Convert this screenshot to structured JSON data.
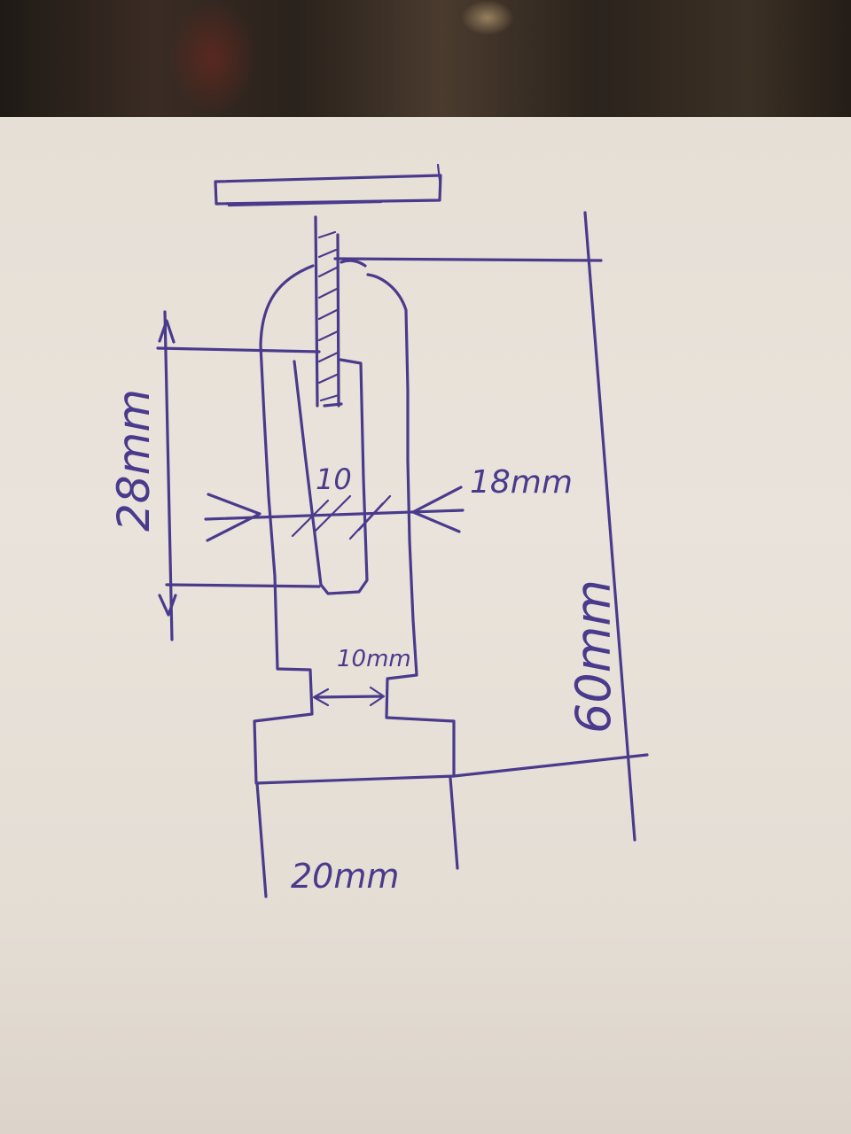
{
  "labels": {
    "height_28": "28mm",
    "slot_width": "10",
    "body_width": "18mm",
    "total_height": "60mm",
    "neck_width": "10mm",
    "base_width": "20mm"
  },
  "colors": {
    "ink": "#4a3a8c",
    "paper": "#e8e2da"
  }
}
